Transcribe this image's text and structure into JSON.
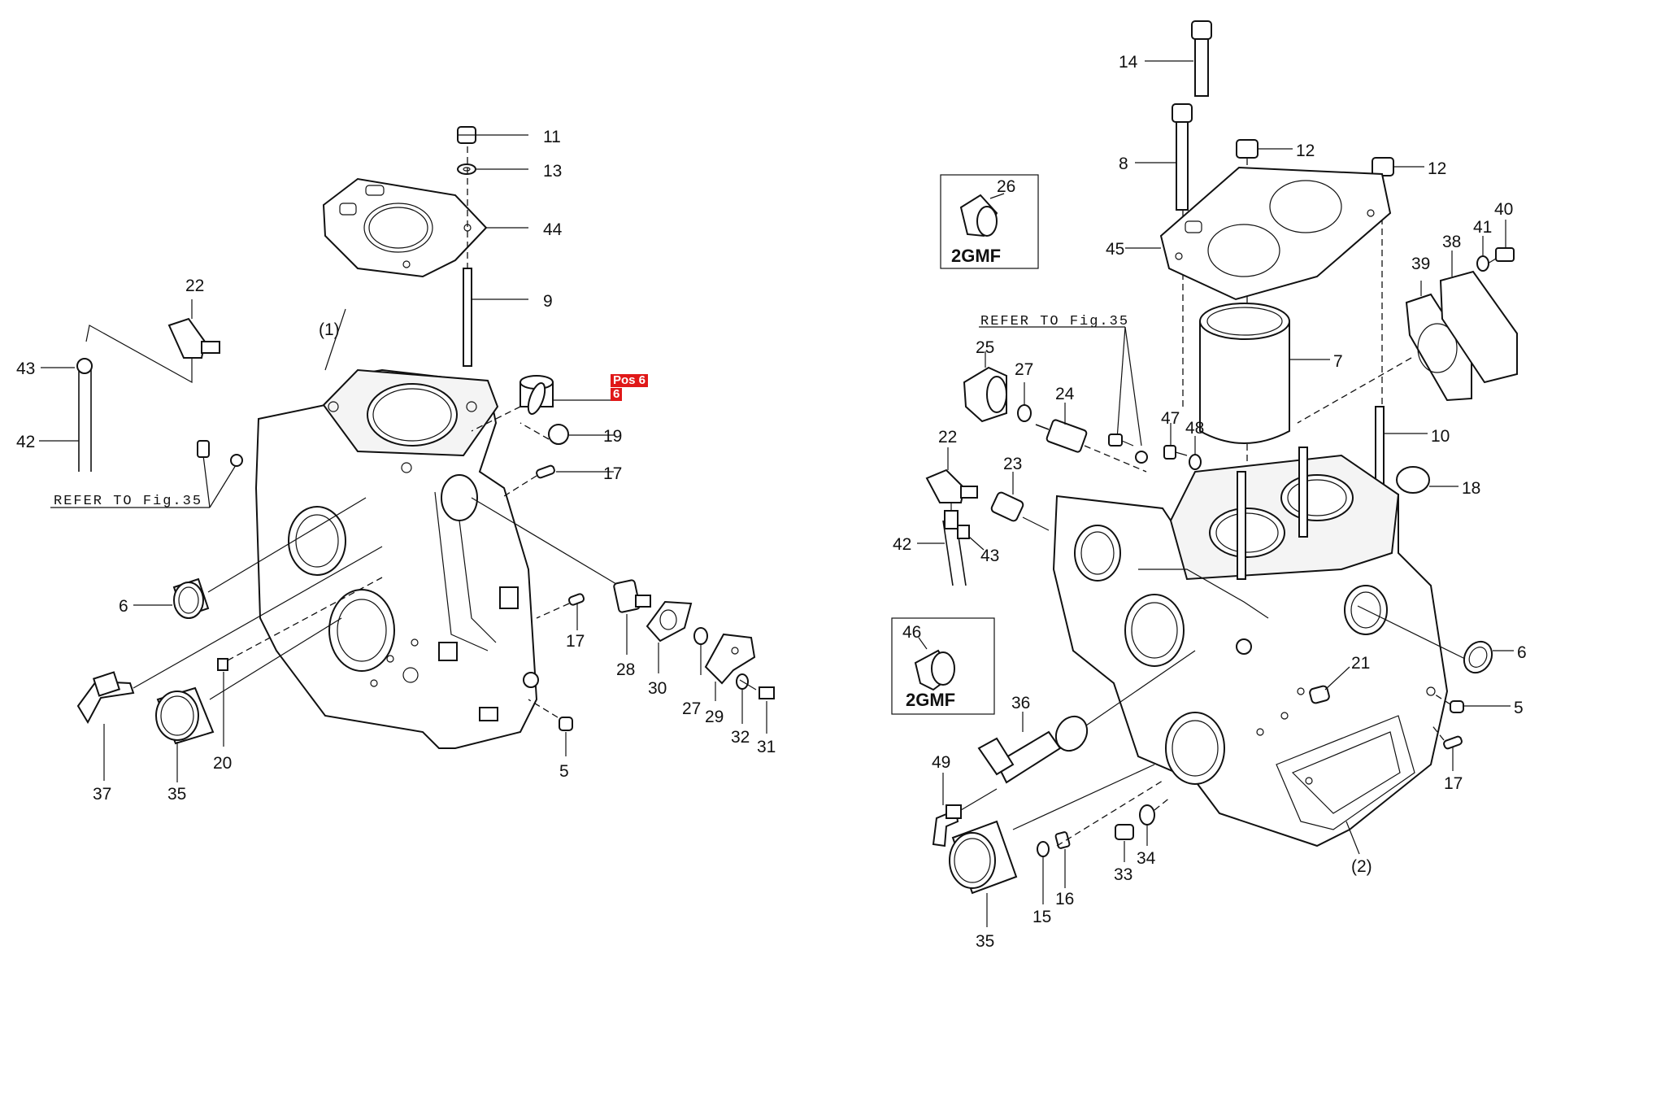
{
  "highlight": {
    "title": "Pos 6",
    "number": "6",
    "color": "#e01818"
  },
  "left": {
    "refer_note": "REFER TO Fig.35",
    "labels": {
      "l11": "11",
      "l13": "13",
      "l44": "44",
      "l9": "9",
      "l22": "22",
      "l1": "(1)",
      "l43": "43",
      "l42": "42",
      "l19": "19",
      "l17a": "17",
      "l6": "6",
      "l17b": "17",
      "l28": "28",
      "l30": "30",
      "l27": "27",
      "l29": "29",
      "l32": "32",
      "l31": "31",
      "l5": "5",
      "l20": "20",
      "l35": "35",
      "l37": "37"
    }
  },
  "right": {
    "refer_note": "REFER TO Fig.35",
    "box1": {
      "part": "26",
      "model": "2GMF"
    },
    "box2": {
      "part": "46",
      "model": "2GMF"
    },
    "labels": {
      "r14": "14",
      "r8": "8",
      "r12a": "12",
      "r12b": "12",
      "r45": "45",
      "r40": "40",
      "r41": "41",
      "r38": "38",
      "r39": "39",
      "r7": "7",
      "r25": "25",
      "r27": "27",
      "r24": "24",
      "r47": "47",
      "r48": "48",
      "r10": "10",
      "r22": "22",
      "r23": "23",
      "r18": "18",
      "r42": "42",
      "r43": "43",
      "r6": "6",
      "r21": "21",
      "r5": "5",
      "r36": "36",
      "r49": "49",
      "r17": "17",
      "r33": "33",
      "r34": "34",
      "r15": "15",
      "r16": "16",
      "r35": "35",
      "r2": "(2)"
    }
  }
}
